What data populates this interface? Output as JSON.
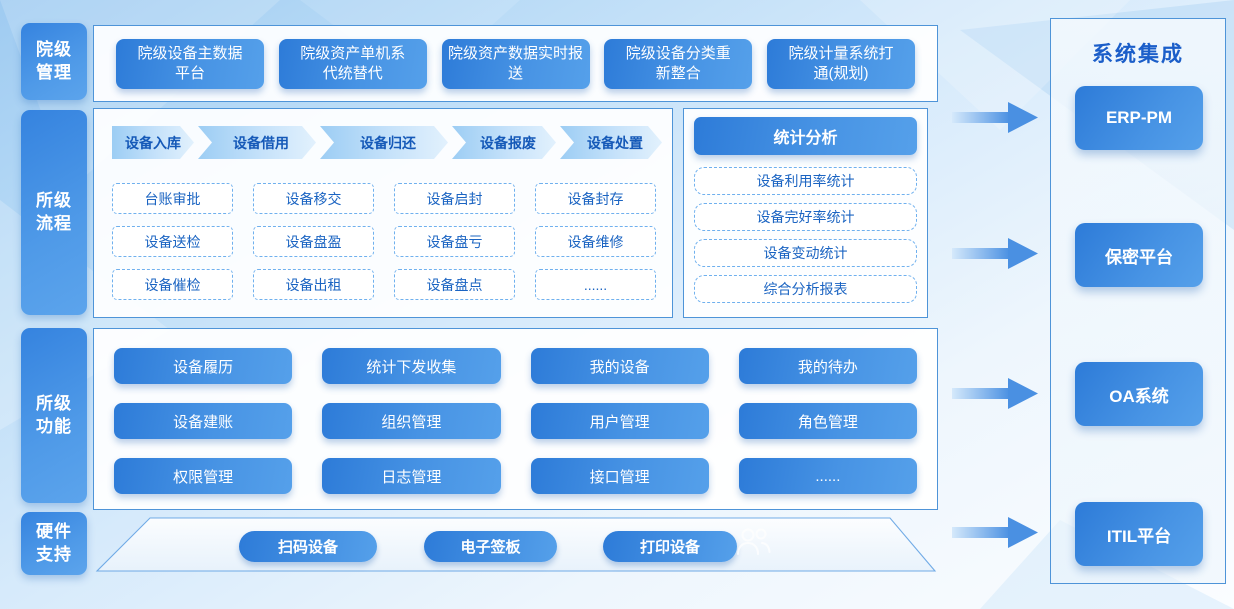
{
  "sidebar": {
    "items": [
      {
        "label": "院级\n管理"
      },
      {
        "label": "所级\n流程"
      },
      {
        "label": "所级\n功能"
      },
      {
        "label": "硬件\n支持"
      }
    ]
  },
  "hospital_level": {
    "buttons": [
      {
        "label": "院级设备主数据\n平台"
      },
      {
        "label": "院级资产单机系\n代统替代"
      },
      {
        "label": "院级资产数据实时报\n送"
      },
      {
        "label": "院级设备分类重\n新整合"
      },
      {
        "label": "院级计量系统打\n通(规划)"
      }
    ]
  },
  "process": {
    "flow_steps": [
      {
        "label": "设备入库"
      },
      {
        "label": "设备借用"
      },
      {
        "label": "设备归还"
      },
      {
        "label": "设备报废"
      },
      {
        "label": "设备处置"
      }
    ],
    "actions": [
      {
        "label": "台账审批"
      },
      {
        "label": "设备移交"
      },
      {
        "label": "设备启封"
      },
      {
        "label": "设备封存"
      },
      {
        "label": "设备送检"
      },
      {
        "label": "设备盘盈"
      },
      {
        "label": "设备盘亏"
      },
      {
        "label": "设备维修"
      },
      {
        "label": "设备催检"
      },
      {
        "label": "设备出租"
      },
      {
        "label": "设备盘点"
      },
      {
        "label": "......"
      }
    ]
  },
  "statistics": {
    "header": "统计分析",
    "items": [
      {
        "label": "设备利用率统计"
      },
      {
        "label": "设备完好率统计"
      },
      {
        "label": "设备变动统计"
      },
      {
        "label": "综合分析报表"
      }
    ]
  },
  "functions": {
    "buttons": [
      {
        "label": "设备履历"
      },
      {
        "label": "统计下发收集"
      },
      {
        "label": "我的设备"
      },
      {
        "label": "我的待办"
      },
      {
        "label": "设备建账"
      },
      {
        "label": "组织管理"
      },
      {
        "label": "用户管理"
      },
      {
        "label": "角色管理"
      },
      {
        "label": "权限管理"
      },
      {
        "label": "日志管理"
      },
      {
        "label": "接口管理"
      },
      {
        "label": "......"
      }
    ]
  },
  "hardware": {
    "devices": [
      {
        "label": "扫码设备"
      },
      {
        "label": "电子签板"
      },
      {
        "label": "打印设备"
      }
    ],
    "icon": "people-icon"
  },
  "integration": {
    "title": "系统集成",
    "systems": [
      {
        "label": "ERP-PM"
      },
      {
        "label": "保密平台"
      },
      {
        "label": "OA系统"
      },
      {
        "label": "ITIL平台"
      }
    ]
  },
  "colors": {
    "accent": "#2d7bd8",
    "accent_light": "#55a0ea",
    "panel_border": "#4e94d8",
    "text_blue": "#1b64c2",
    "chevron_text": "#1559b8",
    "title_blue": "#1b5ec9"
  }
}
